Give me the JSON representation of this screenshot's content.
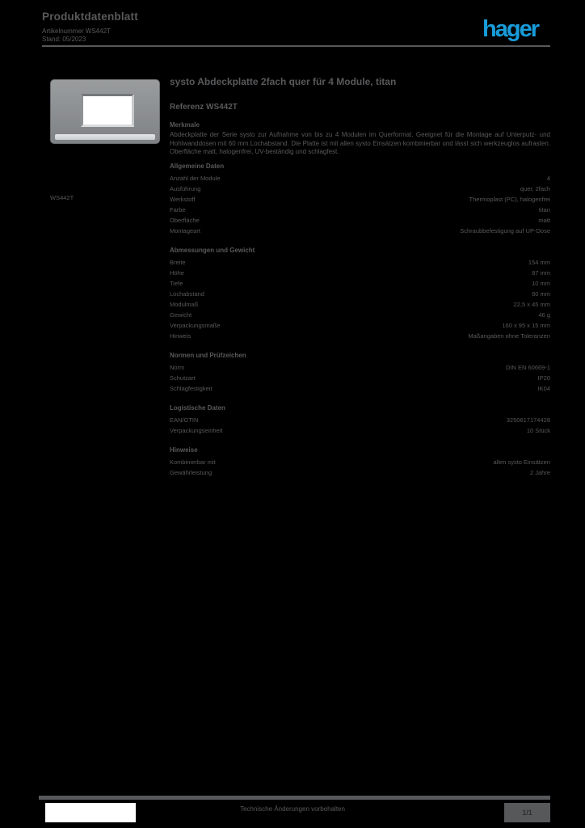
{
  "page": {
    "background": "#000000",
    "text_gray": "#58595B",
    "accent_blue": "#189CD9"
  },
  "header": {
    "title": "Produktdatenblatt",
    "line2": "Artikelnummer WS442T",
    "line3": "Stand: 05/2023",
    "logo": "hager"
  },
  "product_image": {
    "caption": "WS442T",
    "plate_color": "#8B8E90",
    "window_color": "#FFFFFF"
  },
  "main": {
    "title": "systo Abdeckplatte 2fach quer für 4 Module, titan",
    "reference": "Referenz WS442T",
    "features_label": "Merkmale",
    "description": "Abdeckplatte der Serie systo zur Aufnahme von bis zu 4 Modulen im Querformat. Geeignet für die Montage auf Unterputz- und Hohlwanddosen mit 60 mm Lochabstand. Die Platte ist mit allen systo Einsätzen kombinierbar und lässt sich werkzeuglos aufrasten. Oberfläche matt, halogenfrei, UV-beständig und schlagfest."
  },
  "sections": [
    {
      "heading": "Allgemeine Daten",
      "rows": [
        {
          "label": "Anzahl der Module",
          "value": "4"
        },
        {
          "label": "Ausführung",
          "value": "quer, 2fach"
        },
        {
          "label": "Werkstoff",
          "value": "Thermoplast (PC), halogenfrei"
        },
        {
          "label": "Farbe",
          "value": "titan"
        },
        {
          "label": "Oberfläche",
          "value": "matt"
        },
        {
          "label": "Montageart",
          "value": "Schraubbefestigung auf UP-Dose"
        }
      ]
    },
    {
      "heading": "Abmessungen und Gewicht",
      "rows": [
        {
          "label": "Breite",
          "value": "154 mm"
        },
        {
          "label": "Höhe",
          "value": "87 mm"
        },
        {
          "label": "Tiefe",
          "value": "10 mm"
        },
        {
          "label": "Lochabstand",
          "value": "60 mm"
        },
        {
          "label": "Modulmaß",
          "value": "22,5 x 45 mm"
        },
        {
          "label": "Gewicht",
          "value": "46 g"
        },
        {
          "label": "Verpackungsmaße",
          "value": "160 x 95 x 15 mm"
        },
        {
          "label": "Hinweis",
          "value": "Maßangaben ohne Toleranzen"
        }
      ]
    },
    {
      "heading": "Normen und Prüfzeichen",
      "rows": [
        {
          "label": "Norm",
          "value": "DIN EN 60669-1"
        },
        {
          "label": "Schutzart",
          "value": "IP20"
        },
        {
          "label": "Schlagfestigkeit",
          "value": "IK04"
        }
      ]
    },
    {
      "heading": "Logistische Daten",
      "rows": [
        {
          "label": "EAN/GTIN",
          "value": "3250617174428"
        },
        {
          "label": "Verpackungseinheit",
          "value": "10 Stück"
        }
      ]
    },
    {
      "heading": "Hinweise",
      "rows": [
        {
          "label": "Kombinierbar mit",
          "value": "allen systo Einsätzen"
        },
        {
          "label": "Gewährleistung",
          "value": "2 Jahre"
        }
      ]
    }
  ],
  "footer": {
    "note": "Technische Änderungen vorbehalten",
    "page": "1/1"
  }
}
